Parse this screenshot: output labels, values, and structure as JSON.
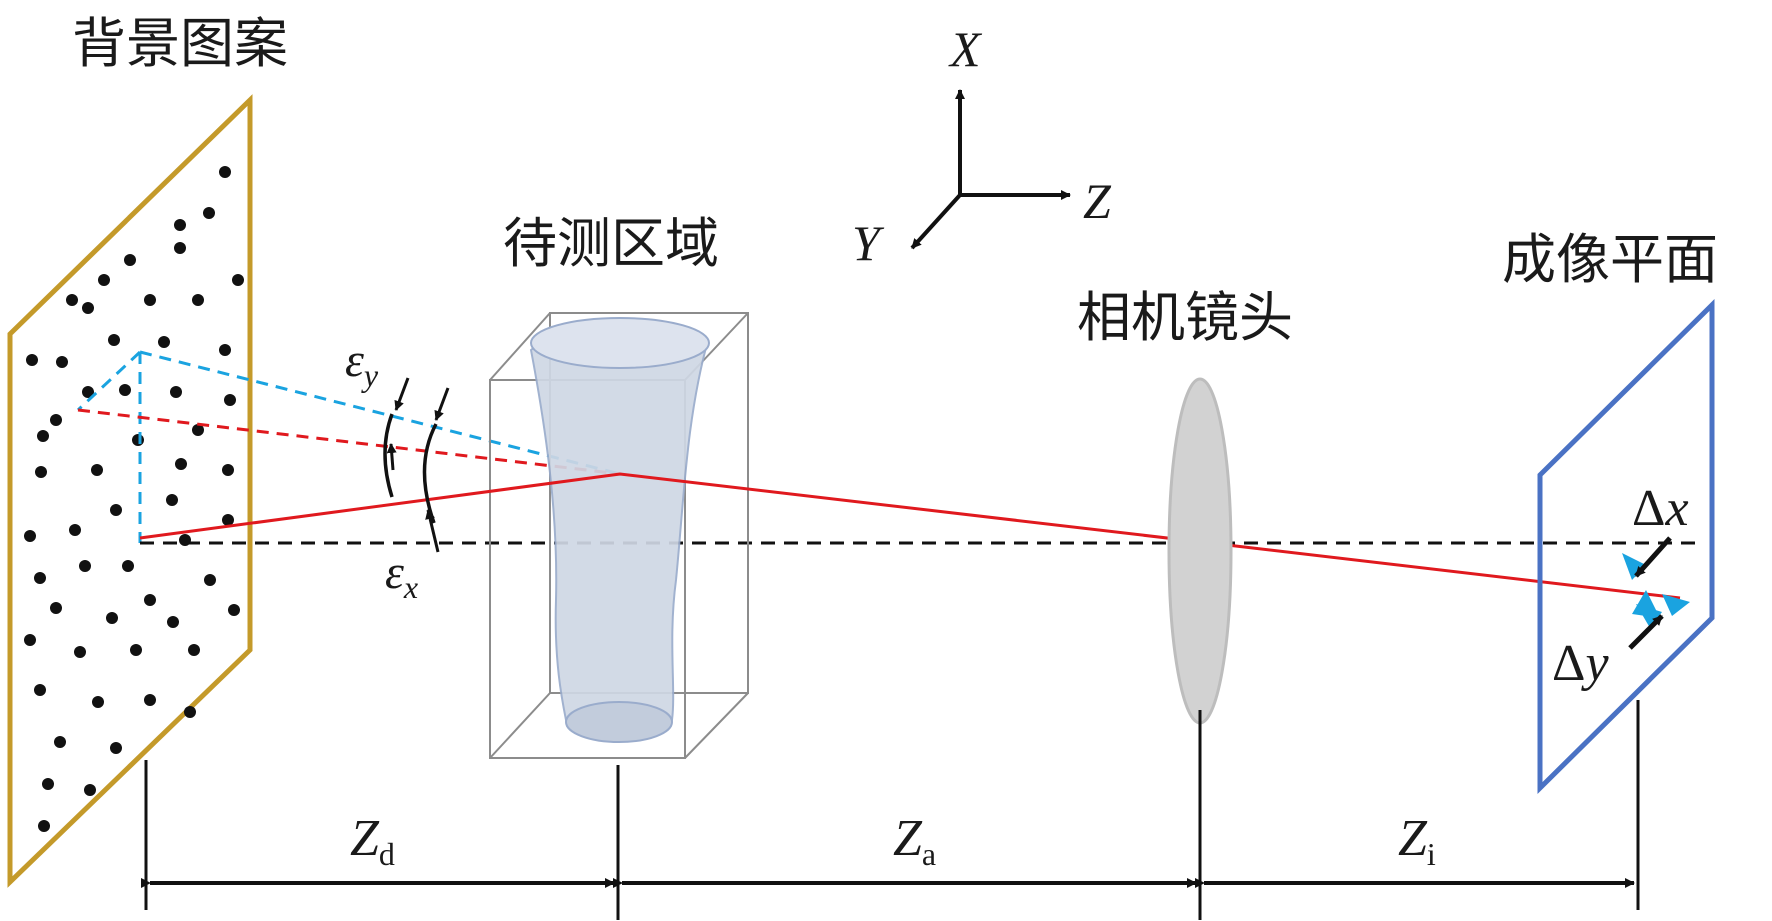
{
  "labels": {
    "background_pattern": "背景图案",
    "test_region": "待测区域",
    "camera_lens": "相机镜头",
    "imaging_plane": "成像平面"
  },
  "axes": {
    "x": "X",
    "y": "Y",
    "z": "Z"
  },
  "angles": {
    "eps_y": {
      "base": "ε",
      "sub": "y"
    },
    "eps_x": {
      "base": "ε",
      "sub": "x"
    }
  },
  "displacements": {
    "dx": {
      "delta": "Δ",
      "var": "x"
    },
    "dy": {
      "delta": "Δ",
      "var": "y"
    }
  },
  "distances": {
    "zd": {
      "base": "Z",
      "sub": "d"
    },
    "za": {
      "base": "Z",
      "sub": "a"
    },
    "zi": {
      "base": "Z",
      "sub": "i"
    }
  },
  "colors": {
    "background_frame": "#c49a2a",
    "imaging_frame": "#4a72c4",
    "ray_red": "#e0191e",
    "ray_blue": "#1aa3e0",
    "optical_axis": "#111111",
    "lens_fill": "#d2d2d2",
    "flow_fill": "#cfd7e4",
    "box_stroke": "#8c8c8c"
  }
}
